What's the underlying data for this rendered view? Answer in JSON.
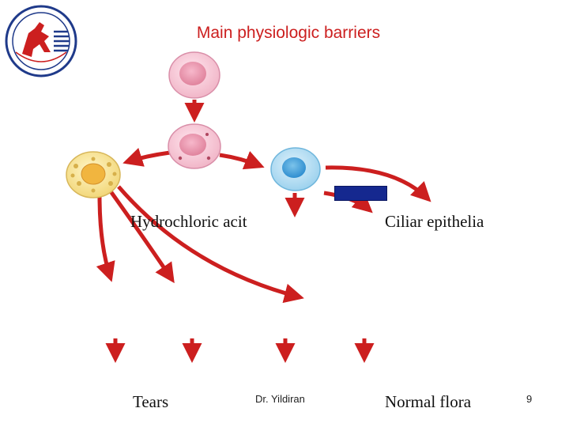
{
  "slide": {
    "title": "Main physiologic barriers",
    "labels": {
      "hydrochloric": "Hydrochloric acit",
      "ciliary": "Ciliar epithelia",
      "tears": "Tears",
      "normal_flora": "Normal flora",
      "author": "Dr. Yildiran"
    },
    "page_number": "9"
  },
  "colors": {
    "title": "#cc1f1f",
    "arrow": "#cc1f1f",
    "blue_box": "#15288f"
  }
}
